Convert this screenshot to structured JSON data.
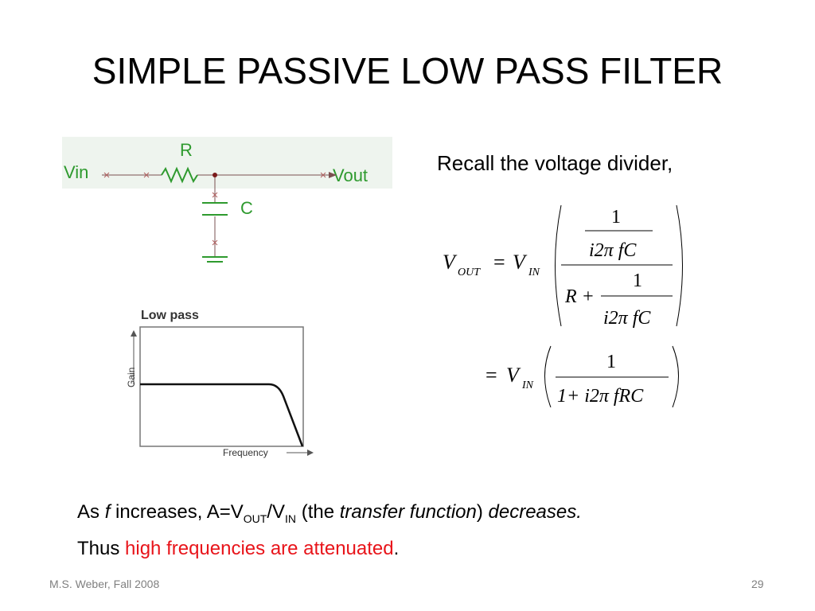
{
  "slide": {
    "title": "SIMPLE PASSIVE LOW PASS FILTER",
    "recall": "Recall the voltage divider,",
    "footer_left": "M.S. Weber, Fall 2008",
    "page_number": "29"
  },
  "circuit": {
    "vin": "Vin",
    "vout": "Vout",
    "r": "R",
    "c": "C"
  },
  "graph": {
    "title": "Low pass",
    "ylabel": "Gain",
    "xlabel": "Frequency"
  },
  "equation": {
    "vout": "V",
    "vout_sub": "OUT",
    "equals": "=",
    "vin": "V",
    "vin_sub": "IN",
    "one": "1",
    "i2pifc": "i2π fC",
    "r_plus": "R +",
    "one_plus_i2pifrc": "1+ i2π fRC"
  },
  "bottom": {
    "as": "As ",
    "f": "f",
    "increases": " increases, A=V",
    "out": "OUT",
    "slash_v": "/V",
    "in": "IN",
    "the": " (the ",
    "transfer_function": "transfer function",
    "close": ") ",
    "decreases": "decreases.",
    "thus": "Thus ",
    "attenuated": "high frequencies are attenuated",
    "period": "."
  },
  "colors": {
    "circuit_green": "#2e9a2e",
    "highlight_red": "#e8141a"
  }
}
